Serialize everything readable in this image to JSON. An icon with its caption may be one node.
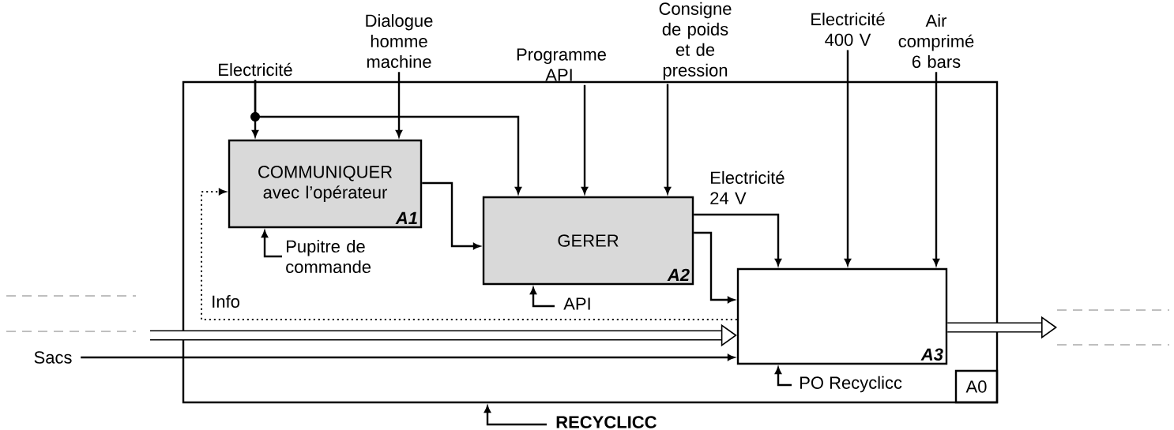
{
  "diagram": {
    "nodes": [
      {
        "text": [],
        "shape": "box"
      },
      {
        "text": [
          "A0"
        ],
        "in": 0
      },
      {
        "text": [
          "COMMUNIQUER avec l’opérateur",
          "A1"
        ],
        "in": 0
      },
      {
        "text": [
          "GERER",
          "A2"
        ],
        "in": 0
      },
      {
        "text": [
          "A3"
        ],
        "in": 0
      },
      {
        "text": [
          "Electricité"
        ]
      },
      {
        "text": [
          "Dialogue homme machine"
        ]
      },
      {
        "text": [
          "Programme API"
        ]
      },
      {
        "text": [
          "Consigne de poids et de pression"
        ]
      },
      {
        "text": [
          "Electricité 400 V"
        ]
      },
      {
        "text": [
          "Air comprimé 6 bars"
        ]
      },
      {
        "text": [
          "Sacs"
        ]
      }
    ],
    "edges": [
      {
        "from": 5,
        "to": 2,
        "arrow": "to"
      },
      {
        "from": 5,
        "to": 3,
        "arrow": "to"
      },
      {
        "from": 6,
        "to": 2,
        "arrow": "to"
      },
      {
        "from": 7,
        "to": 3,
        "arrow": "to"
      },
      {
        "from": 8,
        "to": 3,
        "arrow": "to"
      },
      {
        "from": 9,
        "to": 4,
        "arrow": "to"
      },
      {
        "from": 10,
        "to": 4,
        "arrow": "to"
      },
      {
        "from": 2,
        "to": 3,
        "arrow": "to"
      },
      {
        "from": 3,
        "to": 4,
        "arrow": "to",
        "label": "Electricité 24 V"
      },
      {
        "from": 3,
        "to": 4,
        "arrow": "to"
      },
      {
        "from": 4,
        "to": 2,
        "arrow": "to",
        "label": "Info",
        "style": "dashed"
      },
      {
        "from": null,
        "to": 2,
        "arrow": "to",
        "label": "Pupitre de commande"
      },
      {
        "from": null,
        "to": 3,
        "arrow": "to",
        "label": "API"
      },
      {
        "from": null,
        "to": 4,
        "arrow": "to",
        "label": "PO Recyclicc"
      },
      {
        "from": null,
        "to": 0,
        "arrow": "to",
        "label": "RECYCLICC"
      },
      {
        "from": 11,
        "to": 4,
        "arrow": "to"
      },
      {
        "from": null,
        "to": 4,
        "arrow": "to",
        "style": "thick"
      },
      {
        "from": 4,
        "to": null,
        "arrow": "to",
        "style": "thick"
      }
    ]
  }
}
